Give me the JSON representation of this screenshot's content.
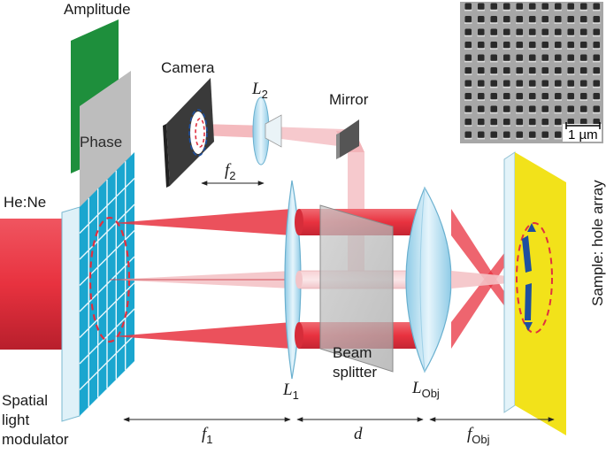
{
  "labels": {
    "amplitude": "Amplitude",
    "phase": "Phase",
    "camera": "Camera",
    "mirror": "Mirror",
    "laser": "He:Ne",
    "slm_line1": "Spatial",
    "slm_line2": "light",
    "slm_line3": "modulator",
    "beam_splitter_line1": "Beam",
    "beam_splitter_line2": "splitter",
    "sample": "Sample: hole array",
    "scale_bar": "1 µm"
  },
  "symbols": {
    "lens2_main": "L",
    "lens2_sub": "2",
    "lens1_main": "L",
    "lens1_sub": "1",
    "lensobj_main": "L",
    "lensobj_sub": "Obj",
    "f2_main": "f",
    "f2_sub": "2",
    "f1_main": "f",
    "f1_sub": "1",
    "d": "d",
    "fobj_main": "f",
    "fobj_sub": "Obj"
  },
  "colors": {
    "amplitude_panel": "#1e8f3c",
    "phase_panel": "#bdbdbd",
    "slm_grid": "#1aa6cf",
    "laser": "#e8323f",
    "beam": "#e8323f",
    "sample": "#f2e21a",
    "lens": "#bfe3f4",
    "dashed_circle": "#e03040",
    "arrows": "#1d4fa0"
  },
  "icons": {
    "laser": "cylinder-laser-icon",
    "camera": "camera-sensor-icon",
    "mirror": "mirror-icon",
    "beam_splitter": "beam-splitter-plate-icon",
    "sem_inset": "hole-array-micrograph-icon"
  }
}
